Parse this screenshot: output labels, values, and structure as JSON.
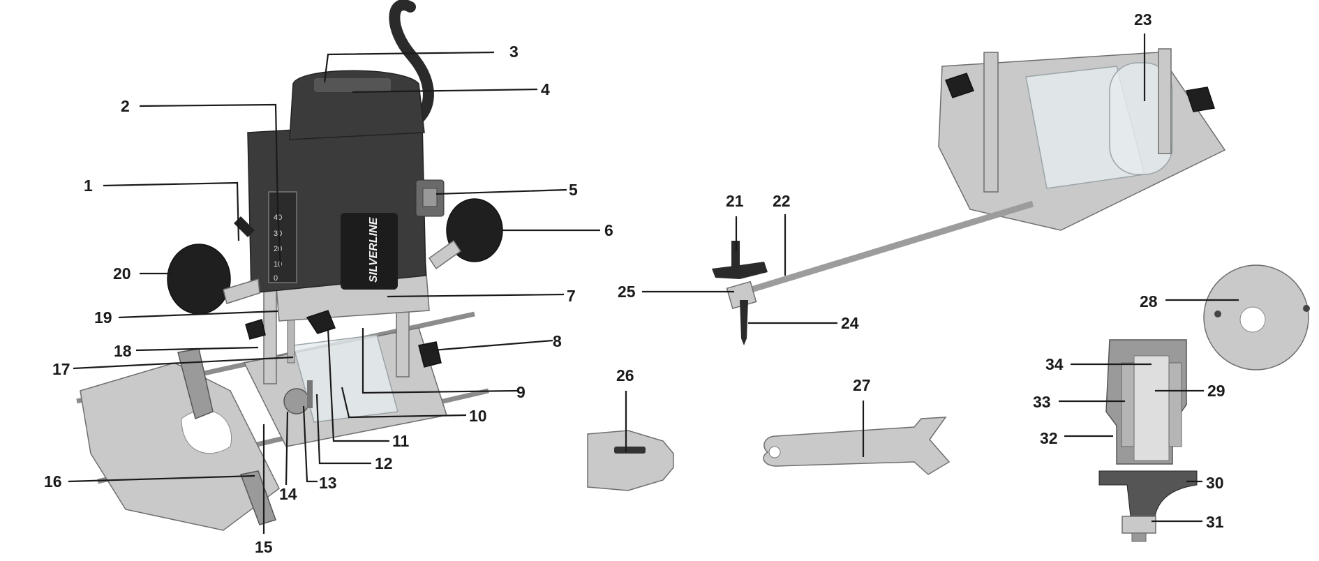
{
  "brand_text": "SILVERLINE",
  "scale_marks": [
    "40",
    "30",
    "20",
    "10",
    "0"
  ],
  "callouts": [
    {
      "id": "1",
      "text": "1"
    },
    {
      "id": "2",
      "text": "2"
    },
    {
      "id": "3",
      "text": "3"
    },
    {
      "id": "4",
      "text": "4"
    },
    {
      "id": "5",
      "text": "5"
    },
    {
      "id": "6",
      "text": "6"
    },
    {
      "id": "7",
      "text": "7"
    },
    {
      "id": "8",
      "text": "8"
    },
    {
      "id": "9",
      "text": "9"
    },
    {
      "id": "10",
      "text": "10"
    },
    {
      "id": "11",
      "text": "11"
    },
    {
      "id": "12",
      "text": "12"
    },
    {
      "id": "13",
      "text": "13"
    },
    {
      "id": "14",
      "text": "14"
    },
    {
      "id": "15",
      "text": "15"
    },
    {
      "id": "16",
      "text": "16"
    },
    {
      "id": "17",
      "text": "17"
    },
    {
      "id": "18",
      "text": "18"
    },
    {
      "id": "19",
      "text": "19"
    },
    {
      "id": "20",
      "text": "20"
    },
    {
      "id": "21",
      "text": "21"
    },
    {
      "id": "22",
      "text": "22"
    },
    {
      "id": "23",
      "text": "23"
    },
    {
      "id": "24",
      "text": "24"
    },
    {
      "id": "25",
      "text": "25"
    },
    {
      "id": "26",
      "text": "26"
    },
    {
      "id": "27",
      "text": "27"
    },
    {
      "id": "28",
      "text": "28"
    },
    {
      "id": "29",
      "text": "29"
    },
    {
      "id": "30",
      "text": "30"
    },
    {
      "id": "31",
      "text": "31"
    },
    {
      "id": "32",
      "text": "32"
    },
    {
      "id": "33",
      "text": "33"
    },
    {
      "id": "34",
      "text": "34"
    }
  ]
}
